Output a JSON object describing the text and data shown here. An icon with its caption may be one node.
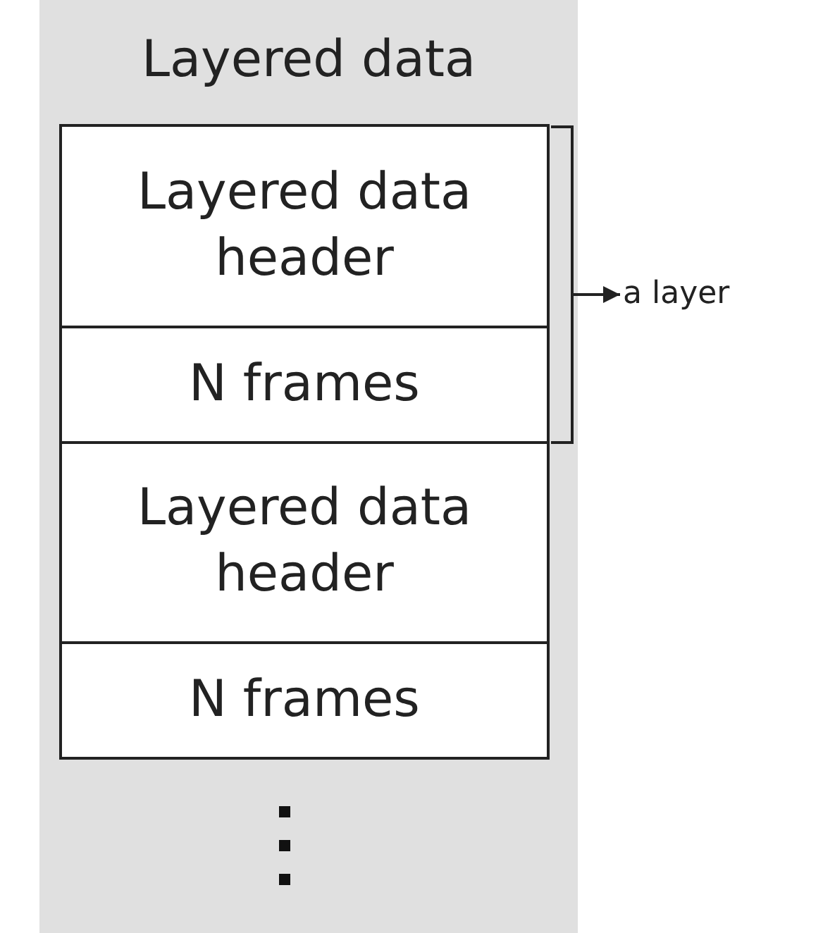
{
  "diagram": {
    "nodes": [
      {
        "text": [
          "Layered data"
        ]
      },
      {
        "text": [
          "Layered data header"
        ],
        "in": 0
      },
      {
        "text": [
          "N frames"
        ],
        "in": 0
      },
      {
        "text": [
          "Layered data header"
        ],
        "in": 0
      },
      {
        "text": [
          "N frames"
        ],
        "in": 0
      },
      {
        "text": [
          "a layer"
        ]
      },
      {
        "text": [],
        "shape": "bracket",
        "in": 0
      }
    ],
    "edges": [
      {
        "from": 6,
        "to": 5,
        "arrow": "to"
      }
    ]
  }
}
